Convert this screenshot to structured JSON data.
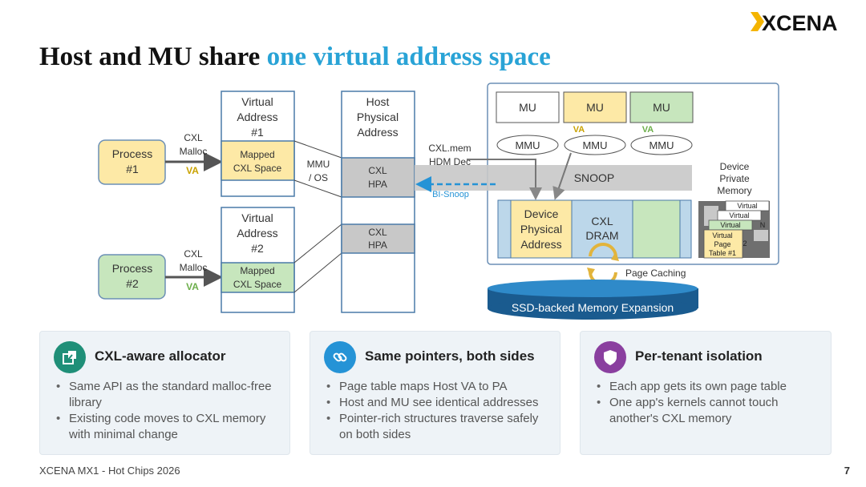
{
  "brand": {
    "logo_text": "XCENA"
  },
  "slide": {
    "title_main": "Host and MU share ",
    "title_accent": "one virtual address space",
    "footer": "XCENA MX1  -  Hot Chips 2026",
    "page_number": "7"
  },
  "colors": {
    "accent": "#29a3d6",
    "yellow": "#fde9a6",
    "green": "#c7e6bd",
    "gray": "#c8c8c8",
    "label_yellow": "#c9a200",
    "label_green": "#6cae4a",
    "dark_blue": "#1a5b8f"
  },
  "diagram": {
    "process1": {
      "line1": "Process",
      "line2": "#1"
    },
    "process2": {
      "line1": "Process",
      "line2": "#2"
    },
    "malloc1": {
      "line1": "CXL",
      "line2": "Malloc",
      "va": "VA"
    },
    "malloc2": {
      "line1": "CXL",
      "line2": "Malloc",
      "va": "VA"
    },
    "va_space1": {
      "line1": "Virtual",
      "line2": "Address",
      "line3": "#1",
      "mapped1": "Mapped",
      "mapped2": "CXL Space"
    },
    "va_space2": {
      "line1": "Virtual",
      "line2": "Address",
      "line3": "#2",
      "mapped1": "Mapped",
      "mapped2": "CXL Space"
    },
    "mmu_os": {
      "line1": "MMU",
      "line2": "/ OS"
    },
    "host_pa": {
      "line1": "Host",
      "line2": "Physical",
      "line3": "Address",
      "hpa1_line1": "CXL",
      "hpa1_line2": "HPA",
      "hpa2_line1": "CXL",
      "hpa2_line2": "HPA"
    },
    "cxl_mem": {
      "line1": "CXL.mem",
      "line2": "HDM Dec"
    },
    "bi_snoop": "BI-Snoop",
    "mu_units": [
      "MU",
      "MU",
      "MU"
    ],
    "mu_va": [
      "VA",
      "VA"
    ],
    "mmu_units": [
      "MMU",
      "MMU",
      "MMU"
    ],
    "snoop": "SNOOP",
    "device_pa": {
      "line1": "Device",
      "line2": "Physical",
      "line3": "Address"
    },
    "cxl_dram": {
      "line1": "CXL",
      "line2": "DRAM"
    },
    "private_mem": {
      "line1": "Device",
      "line2": "Private",
      "line3": "Memory"
    },
    "page_tables": {
      "stack": [
        "Virtual",
        "Virtual",
        "Virtual"
      ],
      "front_line1": "Virtual",
      "front_line2": "Page",
      "front_line3": "Table #1",
      "peek_n": "N",
      "peek_2": "2"
    },
    "page_caching": "Page Caching",
    "ssd": "SSD-backed Memory Expansion"
  },
  "cards": [
    {
      "icon": "allocator-icon",
      "color": "#1f8f78",
      "title": "CXL-aware allocator",
      "bullets": [
        "Same API as the standard malloc-free library",
        "Existing code moves to CXL memory with minimal change"
      ]
    },
    {
      "icon": "link-icon",
      "color": "#2593d6",
      "title": "Same pointers, both sides",
      "bullets": [
        "Page table maps Host VA to PA",
        "Host and MU see identical addresses",
        "Pointer-rich structures traverse safely on both sides"
      ]
    },
    {
      "icon": "shield-icon",
      "color": "#8a3f9f",
      "title": "Per-tenant isolation",
      "bullets": [
        "Each app gets its own page table",
        "One app's kernels cannot touch another's CXL memory"
      ]
    }
  ]
}
